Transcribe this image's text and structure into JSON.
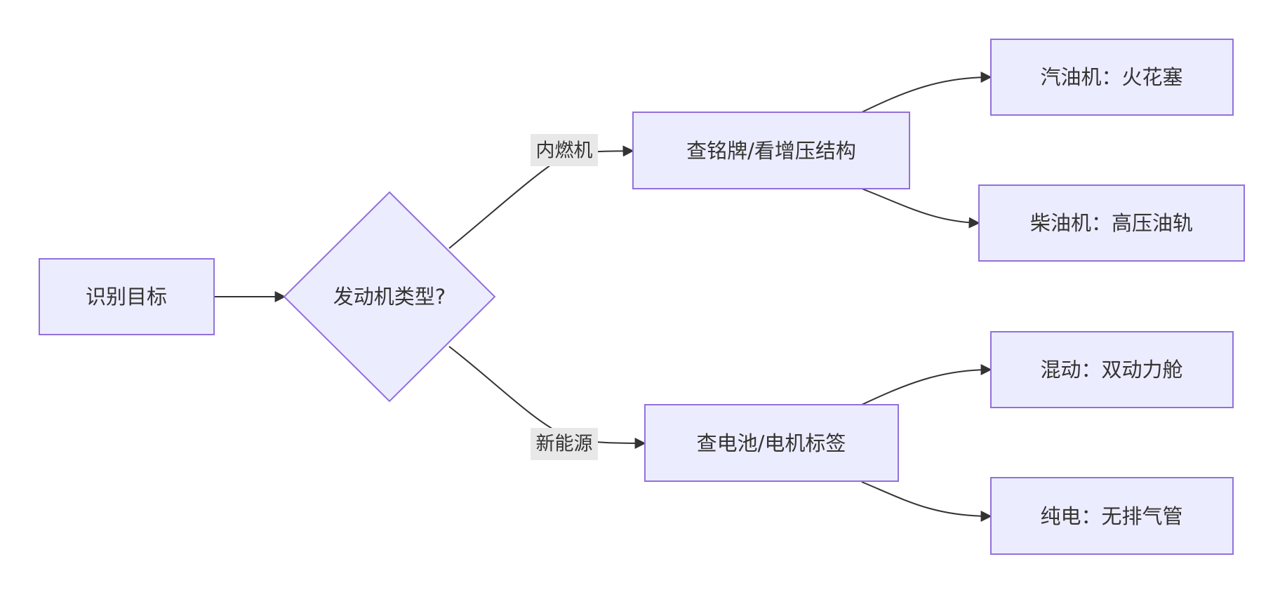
{
  "colors": {
    "node_fill": "#ececff",
    "node_stroke": "#9370db",
    "edge": "#333333",
    "edge_label_bg": "#e8e8e8",
    "text": "#333333"
  },
  "nodes": {
    "identify": "识别目标",
    "engine_type": "发动机类型?",
    "ice_check": "查铭牌/看增压结构",
    "nev_check": "查电池/电机标签",
    "gasoline": "汽油机：火花塞",
    "diesel": "柴油机：高压油轨",
    "hybrid": "混动：双动力舱",
    "pure_ev": "纯电：无排气管"
  },
  "edges": {
    "ice": "内燃机",
    "nev": "新能源"
  }
}
